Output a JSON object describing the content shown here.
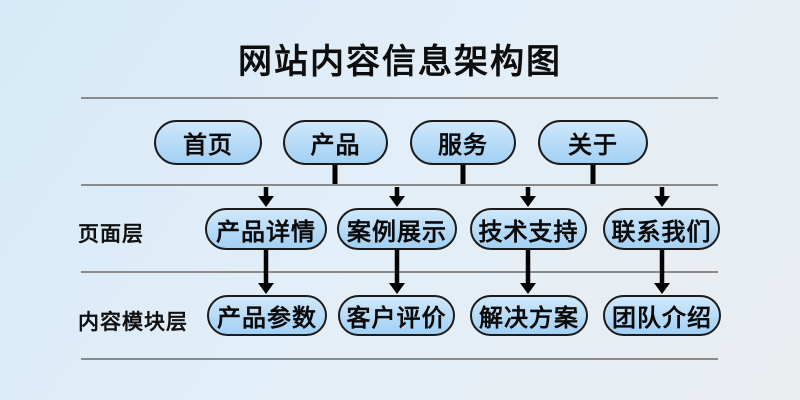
{
  "title": "网站内容信息架构图",
  "colors": {
    "node_fill_top": "#cfe8fb",
    "node_fill_bottom": "#a2d0f4",
    "node_border": "#1b1b1b",
    "separator_line": "#8a8a8a",
    "connector": "#000000",
    "text": "#0d0d0d",
    "background_start": "#d5eaf8",
    "background_end": "#eaedf0"
  },
  "layers": [
    {
      "label": "",
      "nodes": [
        {
          "label": "首页"
        },
        {
          "label": "产品"
        },
        {
          "label": "服务"
        },
        {
          "label": "关于"
        }
      ]
    },
    {
      "label": "页面层",
      "nodes": [
        {
          "label": "产品详情"
        },
        {
          "label": "案例展示"
        },
        {
          "label": "技术支持"
        },
        {
          "label": "联系我们"
        }
      ]
    },
    {
      "label": "内容模块层",
      "nodes": [
        {
          "label": "产品参数"
        },
        {
          "label": "客户评价"
        },
        {
          "label": "解决方案"
        },
        {
          "label": "团队介绍"
        }
      ]
    }
  ]
}
